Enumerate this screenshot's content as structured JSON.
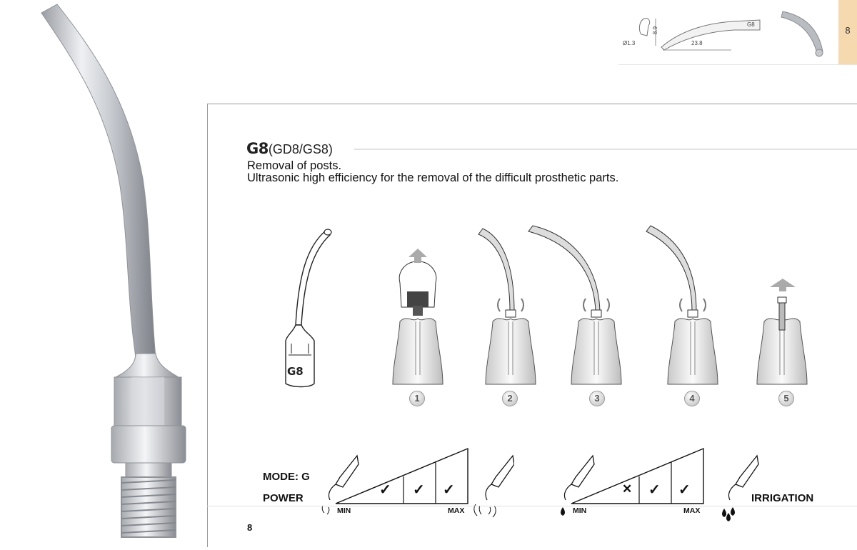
{
  "spec": {
    "diameter": "Ø1.3",
    "height": "8.9",
    "length": "23.8",
    "tip_code": "G8"
  },
  "page_tab": "8",
  "product": {
    "code": "G8",
    "variants": "(GD8/GS8)",
    "description_1": "Removal of posts.",
    "description_2": "Ultrasonic high efficiency for the removal of the difficult prosthetic parts.",
    "tip_label": "G8"
  },
  "steps": [
    "1",
    "2",
    "3",
    "4",
    "5"
  ],
  "settings": {
    "mode_label": "MODE: G",
    "power_label": "POWER",
    "irrigation_label": "IRRIGATION",
    "min_label": "MIN",
    "max_label": "MAX",
    "power_marks": [
      "✓",
      "✓",
      "✓"
    ],
    "irrigation_marks": [
      "✕",
      "✓",
      "✓"
    ]
  },
  "page_number": "8",
  "colors": {
    "tab": "#f7d9b0",
    "metal_light": "#e4e6ea",
    "metal_dark": "#8c8f96"
  }
}
